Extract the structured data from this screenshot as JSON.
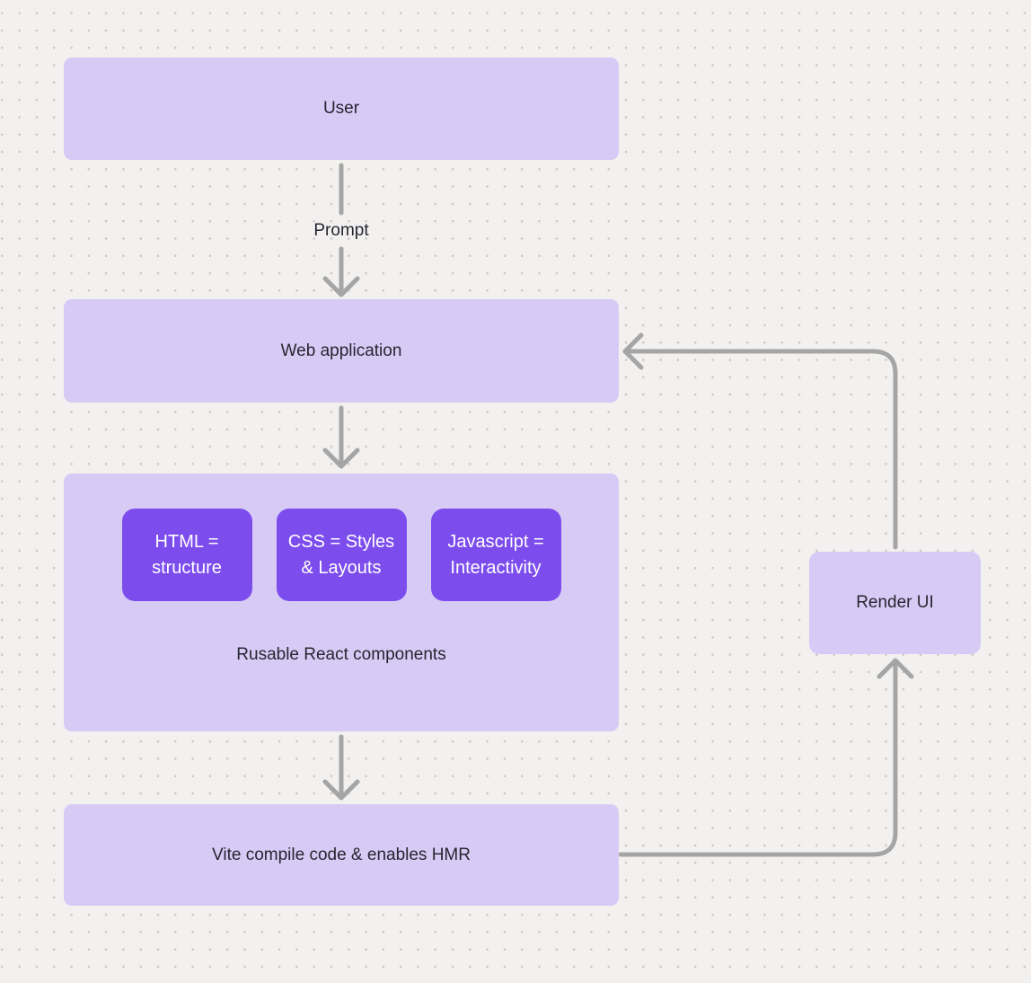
{
  "colors": {
    "background": "#f2f1ef",
    "dot": "#c9c7c4",
    "box_light": "#d7cbf6",
    "box_dark": "#7c4dec",
    "text_dark": "#272530",
    "text_light": "#ffffff",
    "connector": "#a5a5a5"
  },
  "nodes": {
    "user": {
      "label": "User"
    },
    "web_application": {
      "label": "Web application"
    },
    "components_group": {
      "caption": "Rusable React components",
      "children": [
        {
          "label": "HTML =\nstructure"
        },
        {
          "label": "CSS = Styles\n& Layouts"
        },
        {
          "label": "Javascript =\nInteractivity"
        }
      ]
    },
    "vite": {
      "label": "Vite compile code & enables HMR"
    },
    "render_ui": {
      "label": "Render UI"
    }
  },
  "edges": {
    "prompt_label": "Prompt"
  }
}
